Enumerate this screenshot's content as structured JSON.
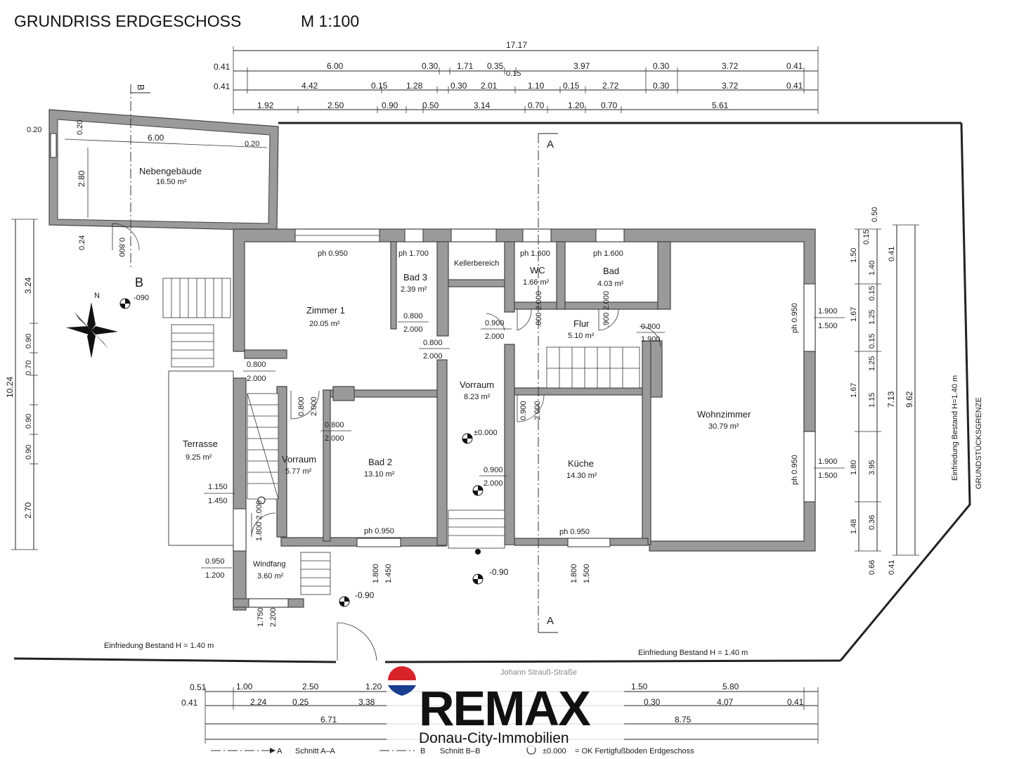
{
  "title": "GRUNDRISS ERDGESCHOSS",
  "scale": "M 1:100",
  "dims_top": {
    "overall": "17.17",
    "row1": [
      "0.41",
      "6.00",
      "0.30",
      "1.71",
      "0.35",
      "0.15",
      "3.97",
      "0.30",
      "3.72",
      "0.41"
    ],
    "row2": [
      "0.41",
      "4.42",
      "0.15",
      "1.28",
      "0.30",
      "2.01",
      "1.10",
      "0.15",
      "2.72",
      "0.30",
      "3.72",
      "0.41"
    ],
    "row3": [
      "1.92",
      "2.50",
      "0.90",
      "0.50",
      "3.14",
      "0.70",
      "1.20",
      "0.70",
      "5.61"
    ]
  },
  "dims_bottom": {
    "row1": [
      "0.51",
      "1.00",
      "2.50",
      "1.20",
      "1.50",
      "5.80"
    ],
    "row2": [
      "0.41",
      "2.24",
      "0.25",
      "3.38",
      "0.30",
      "4.07",
      "0.41"
    ],
    "row3": [
      "6.71",
      "8.75"
    ]
  },
  "dims_left": [
    "10.24",
    "3.24",
    "0.90",
    "0.70",
    "0.90",
    "0.90",
    "2.70"
  ],
  "dims_right": [
    "0.50",
    "0.15",
    "1.50",
    "1.40",
    "0.15",
    "1.67",
    "1.25",
    "0.15",
    "1.25",
    "1.67",
    "1.15",
    "1.80",
    "3.95",
    "1.48",
    "0.36",
    "0.66",
    "0.41",
    "0.41",
    "7.13",
    "9.62"
  ],
  "annex": {
    "w1": "0.20",
    "w2": "0.20",
    "len": "6.00",
    "w3": "0.20",
    "depth": "2.80",
    "w4": "0.24",
    "name": "Nebengebäude",
    "area": "16.50 m²"
  },
  "section_marks": {
    "a": "A",
    "b": "B"
  },
  "rooms": {
    "zimmer1": {
      "name": "Zimmer 1",
      "area": "20.05 m²",
      "ph": "ph 0.950"
    },
    "bad3": {
      "name": "Bad 3",
      "area": "2.39 m²",
      "ph": "ph 1.700"
    },
    "keller": {
      "name": "Kellerbereich"
    },
    "wc": {
      "name": "WC",
      "area": "1.66 m²",
      "ph": "ph 1.600"
    },
    "bad": {
      "name": "Bad",
      "area": "4.03 m²",
      "ph": "ph 1.600"
    },
    "flur": {
      "name": "Flur",
      "area": "5.10 m²"
    },
    "vorraum_main": {
      "name": "Vorraum",
      "area": "8.23 m²"
    },
    "vorraum_small": {
      "name": "Vorraum",
      "area": "5.77 m²"
    },
    "bad2": {
      "name": "Bad 2",
      "area": "13.10 m²",
      "ph": "ph 0.950"
    },
    "kueche": {
      "name": "Küche",
      "area": "14.30 m²",
      "ph": "ph 0.950"
    },
    "wohnzimmer": {
      "name": "Wohnzimmer",
      "area": "30.79 m²",
      "ph1": "ph 0.950",
      "ph2": "ph 0.950"
    },
    "terrasse": {
      "name": "Terrasse",
      "area": "9.25 m²"
    },
    "windfang": {
      "name": "Windfang",
      "area": "3.60 m²"
    }
  },
  "openings": {
    "d_zimmer1": [
      "0.800",
      "2.000"
    ],
    "d_bad3": [
      "0.800",
      "2.000"
    ],
    "d_vorraum_top": [
      "0.800",
      "2.000"
    ],
    "d_keller": [
      "0.900",
      "2.000"
    ],
    "d_wc": ".800 2.000",
    "d_bad": ".900 2.000",
    "d_flur": [
      "0.800",
      "1.900"
    ],
    "d_stair_small": [
      "0.800",
      "2.000"
    ],
    "d_bad2": [
      "0.800",
      "2.000"
    ],
    "d_kueche": [
      "0.900",
      "2.000"
    ],
    "d_vorraum_main": [
      "0.900",
      "2.000"
    ],
    "w_wohn1": [
      "1.900",
      "1.500"
    ],
    "w_wohn2": [
      "1.900",
      "1.500"
    ],
    "w_terr": [
      "1.150",
      "1.450"
    ],
    "w_windfang_side": [
      "0.950",
      "1.200"
    ],
    "w_windfang_v": "1.800 2.000",
    "w_bad2_bottom": [
      "1.800",
      "1.450"
    ],
    "w_kueche_bottom": [
      "1.800",
      "1.500"
    ],
    "w_windfang_bottom": [
      "1.750",
      "2.200"
    ]
  },
  "levels": {
    "l1": "-090",
    "l2": "±0.000",
    "l3": "-0.90",
    "l4": "-0.90"
  },
  "fence_left": "Einfriedung Bestand H = 1.40 m",
  "fence_right": "Einfriedung Bestand H = 1.40 m",
  "fence_vertical": "Einfriedung Bestand H=1.40 m",
  "boundary": "GRUNDSTÜCKSGRENZE",
  "street": "Johann Strauß-Straße",
  "north": "N",
  "legend": {
    "a_mark": "A",
    "a_text": "Schnitt A–A",
    "b_mark": "B",
    "b_text": "Schnitt B–B",
    "level_mark": "±0.000",
    "level_text": "= OK Fertigfußboden Erdgeschoss"
  },
  "brand": {
    "name": "REMAX",
    "sub": "Donau-City-Immobilien",
    "red": "#d8232a",
    "blue": "#1b3f8f"
  }
}
